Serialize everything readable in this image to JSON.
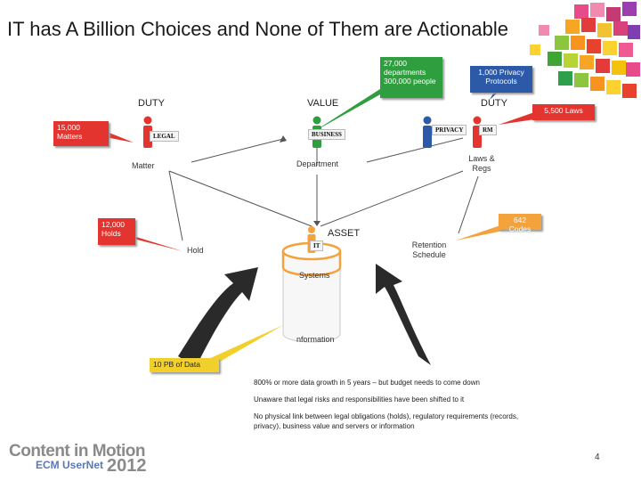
{
  "title": "IT has A Billion Choices and None of Them are Actionable",
  "diagram": {
    "headers": {
      "duty_left": "DUTY",
      "value": "VALUE",
      "duty_right": "DUTY",
      "asset": "ASSET"
    },
    "roles": {
      "legal": "LEGAL",
      "business": "BUSINESS",
      "privacy": "PRIVACY",
      "rm": "RM",
      "it": "IT"
    },
    "nodes": {
      "matter": "Matter",
      "department": "Department",
      "laws_regs": "Laws & Regs",
      "hold": "Hold",
      "retention_schedule": "Retention Schedule",
      "systems": "Systems",
      "information": "nformation"
    },
    "callouts": {
      "matters": "15,000 Matters",
      "departments": "27,000 departments 300,000 people",
      "privacy_protocols": "1,000 Privacy Protocols",
      "laws": "5,500 Laws",
      "holds": "12,000 Holds",
      "codes": "642 Codes",
      "data": "10 PB of Data"
    },
    "colors": {
      "red": "#e3342f",
      "orange": "#f4a23b",
      "green": "#2f9e3f",
      "blue": "#2c5aa8",
      "yellow": "#f2d02c",
      "cylinder": "#f4a23b",
      "arrow": "#2a2a2a"
    }
  },
  "notes": [
    "800% or more data growth in 5 years – but budget needs to come down",
    "Unaware that legal risks and responsibilities have been shifted to it",
    "No physical link between legal obligations (holds), regulatory requirements (records, privacy), business value and servers or information"
  ],
  "footer": {
    "logo_line1": "Content in Motion",
    "logo_line2": "ECM UserNet",
    "logo_year": "2012",
    "page_number": "4"
  },
  "decoration": {
    "cube_icon": "colorful-cubes-graphic"
  }
}
